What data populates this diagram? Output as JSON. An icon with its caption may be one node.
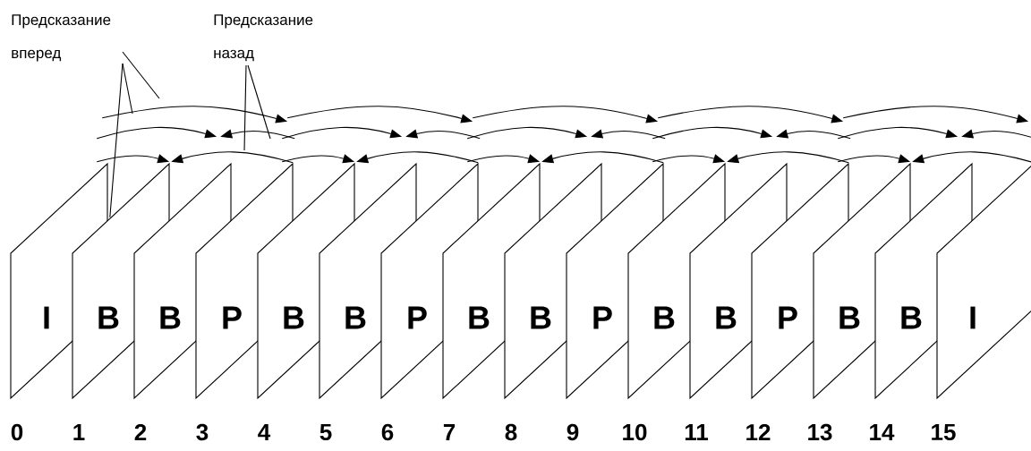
{
  "diagram": {
    "nodes": [
      {
        "text": [
          "I"
        ],
        "beside": [
          "0"
        ]
      },
      {
        "text": [
          "B"
        ],
        "beside": [
          "1"
        ]
      },
      {
        "text": [
          "B"
        ],
        "beside": [
          "2"
        ]
      },
      {
        "text": [
          "P"
        ],
        "beside": [
          "3"
        ]
      },
      {
        "text": [
          "B"
        ],
        "beside": [
          "4"
        ]
      },
      {
        "text": [
          "B"
        ],
        "beside": [
          "5"
        ]
      },
      {
        "text": [
          "P"
        ],
        "beside": [
          "6"
        ]
      },
      {
        "text": [
          "B"
        ],
        "beside": [
          "7"
        ]
      },
      {
        "text": [
          "B"
        ],
        "beside": [
          "8"
        ]
      },
      {
        "text": [
          "P"
        ],
        "beside": [
          "9"
        ]
      },
      {
        "text": [
          "B"
        ],
        "beside": [
          "10"
        ]
      },
      {
        "text": [
          "B"
        ],
        "beside": [
          "11"
        ]
      },
      {
        "text": [
          "P"
        ],
        "beside": [
          "12"
        ]
      },
      {
        "text": [
          "B"
        ],
        "beside": [
          "13"
        ]
      },
      {
        "text": [
          "B"
        ],
        "beside": [
          "14"
        ]
      },
      {
        "text": [
          "I"
        ],
        "beside": [
          "15"
        ]
      },
      {
        "text": [
          "Предсказание вперед"
        ]
      },
      {
        "text": [
          "Предсказание назад"
        ]
      }
    ],
    "edges": [
      {
        "from": 0,
        "to": 3,
        "arrow": "to"
      },
      {
        "from": 0,
        "to": 1,
        "arrow": "to"
      },
      {
        "from": 3,
        "to": 1,
        "arrow": "to"
      },
      {
        "from": 0,
        "to": 2,
        "arrow": "to"
      },
      {
        "from": 3,
        "to": 2,
        "arrow": "to"
      },
      {
        "from": 3,
        "to": 6,
        "arrow": "to"
      },
      {
        "from": 3,
        "to": 4,
        "arrow": "to"
      },
      {
        "from": 6,
        "to": 4,
        "arrow": "to"
      },
      {
        "from": 3,
        "to": 5,
        "arrow": "to"
      },
      {
        "from": 6,
        "to": 5,
        "arrow": "to"
      },
      {
        "from": 6,
        "to": 9,
        "arrow": "to"
      },
      {
        "from": 6,
        "to": 7,
        "arrow": "to"
      },
      {
        "from": 9,
        "to": 7,
        "arrow": "to"
      },
      {
        "from": 6,
        "to": 8,
        "arrow": "to"
      },
      {
        "from": 9,
        "to": 8,
        "arrow": "to"
      },
      {
        "from": 9,
        "to": 12,
        "arrow": "to"
      },
      {
        "from": 9,
        "to": 10,
        "arrow": "to"
      },
      {
        "from": 12,
        "to": 10,
        "arrow": "to"
      },
      {
        "from": 9,
        "to": 11,
        "arrow": "to"
      },
      {
        "from": 12,
        "to": 11,
        "arrow": "to"
      },
      {
        "from": 12,
        "to": 15,
        "arrow": "to"
      },
      {
        "from": 12,
        "to": 13,
        "arrow": "to"
      },
      {
        "from": 15,
        "to": 13,
        "arrow": "to"
      },
      {
        "from": 12,
        "to": 14,
        "arrow": "to"
      },
      {
        "from": 15,
        "to": 14,
        "arrow": "to"
      },
      {
        "from": 16,
        "to": 1,
        "arrow": "none"
      },
      {
        "from": 16,
        "to": null,
        "arrow": "none"
      },
      {
        "from": 16,
        "to": null,
        "arrow": "none"
      },
      {
        "from": 17,
        "to": null,
        "arrow": "none"
      },
      {
        "from": 17,
        "to": null,
        "arrow": "none"
      }
    ]
  }
}
